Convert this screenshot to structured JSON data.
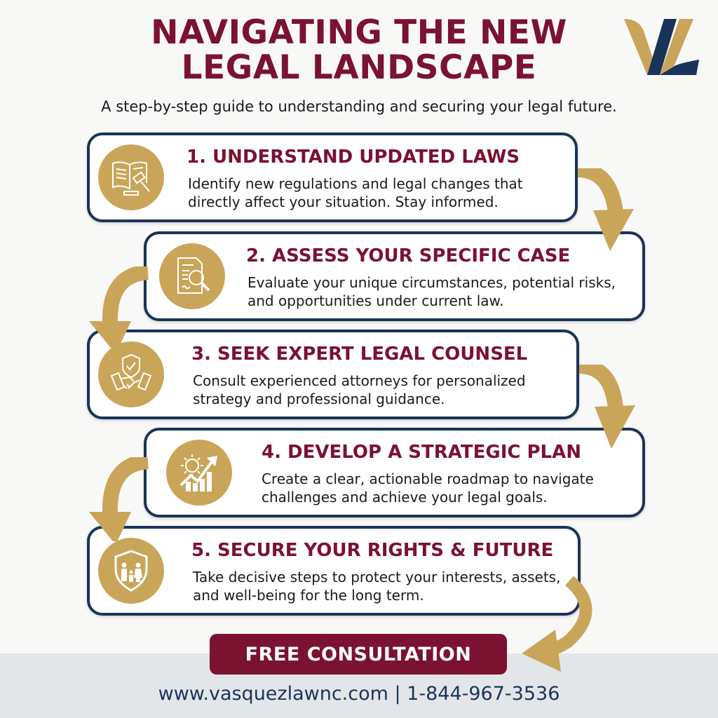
{
  "header": {
    "title_line1": "NAVIGATING THE NEW",
    "title_line2": "LEGAL LANDSCAPE",
    "subtitle": "A step-by-step guide to understanding and securing your legal future.",
    "logo": "VL-monogram-logo"
  },
  "colors": {
    "burgundy": "#7a1230",
    "navy": "#1a3358",
    "gold": "#c9a55a",
    "background": "#f8f8f7",
    "footer_band": "#e3e6e8"
  },
  "steps": [
    {
      "title": "1. UNDERSTAND UPDATED LAWS",
      "description": "Identify new regulations and legal changes that directly affect your situation. Stay informed.",
      "icon": "law-book-gavel-icon"
    },
    {
      "title": "2. ASSESS YOUR SPECIFIC CASE",
      "description": "Evaluate your unique circumstances, potential risks, and opportunities under current law.",
      "icon": "document-magnifier-icon"
    },
    {
      "title": "3. SEEK EXPERT LEGAL COUNSEL",
      "description": "Consult experienced attorneys for personalized strategy and professional guidance.",
      "icon": "shield-handshake-icon"
    },
    {
      "title": "4. DEVELOP A STRATEGIC PLAN",
      "description": "Create a clear, actionable roadmap to navigate challenges and achieve your legal goals.",
      "icon": "gear-growth-chart-icon"
    },
    {
      "title": "5. SECURE YOUR RIGHTS & FUTURE",
      "description": "Take decisive steps to protect your interests, assets, and well-being for the long term.",
      "icon": "shield-family-icon"
    }
  ],
  "cta": {
    "label": "FREE CONSULTATION"
  },
  "footer": {
    "contact": "www.vasquezlawnc.com | 1-844-967-3536"
  }
}
